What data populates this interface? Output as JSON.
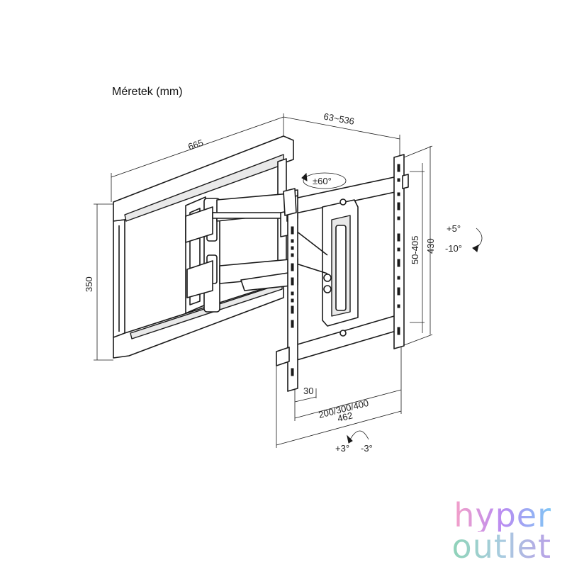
{
  "title": "Méretek (mm)",
  "dimensions": {
    "width_top": "665",
    "depth": "63~536",
    "swivel": "±60°",
    "height_left": "350",
    "vesa_vertical": "50-405",
    "height_right": "430",
    "tilt_up": "+5°",
    "tilt_down": "-10°",
    "offset": "30",
    "vesa_horizontal": "200/300/400",
    "width_bottom": "462",
    "level_plus": "+3°",
    "level_minus": "-3°"
  },
  "logo": {
    "line1": "hyper",
    "line2": "outlet"
  }
}
